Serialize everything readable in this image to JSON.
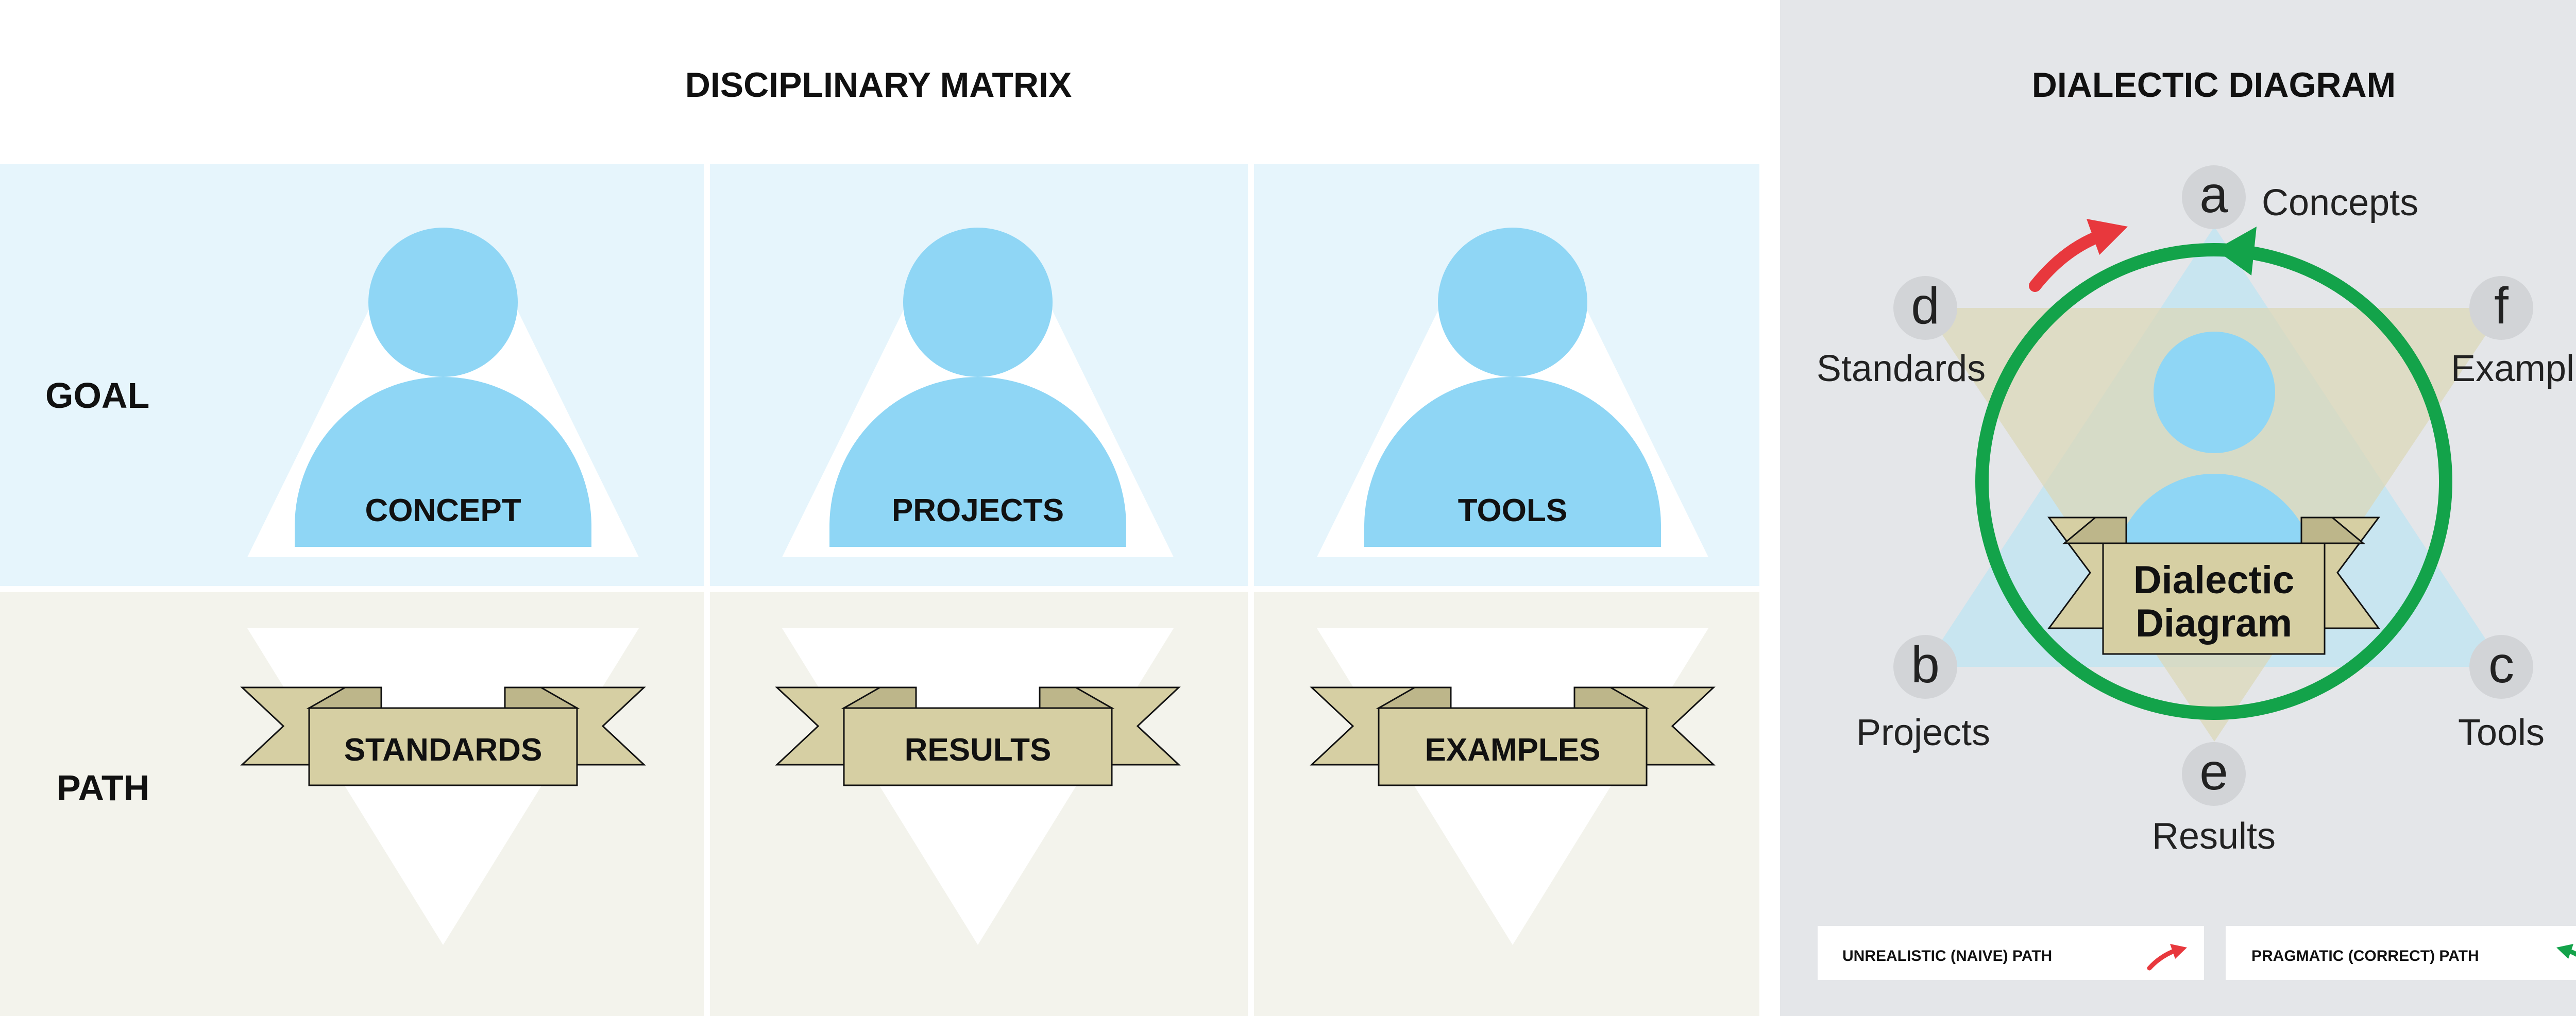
{
  "matrix": {
    "title": "DISCIPLINARY MATRIX",
    "row_labels": {
      "goal": "GOAL",
      "path": "PATH"
    },
    "goal_cells": [
      "CONCEPT",
      "PROJECTS",
      "TOOLS"
    ],
    "path_cells": [
      "STANDARDS",
      "RESULTS",
      "EXAMPLES"
    ]
  },
  "dialectic": {
    "title": "DIALECTIC DIAGRAM",
    "center_line1": "Dialectic",
    "center_line2": "Diagram",
    "nodes": {
      "a": {
        "letter": "a",
        "label": "Concepts"
      },
      "b": {
        "letter": "b",
        "label": "Projects"
      },
      "c": {
        "letter": "c",
        "label": "Tools"
      },
      "d": {
        "letter": "d",
        "label": "Standards"
      },
      "e": {
        "letter": "e",
        "label": "Results"
      },
      "f": {
        "letter": "f",
        "label": "Examples"
      }
    },
    "legend": {
      "naive": "UNREALISTIC (NAIVE) PATH",
      "pragmatic": "PRAGMATIC (CORRECT) PATH"
    }
  },
  "colors": {
    "goal_bg": "#e6f5fc",
    "path_bg": "#f3f3ec",
    "person_blue": "#8fd6f5",
    "ribbon_tan": "#d6cfa3",
    "right_panel_bg": "#e4e6e9",
    "green_arrow": "#13a34a",
    "red_arrow": "#e8383d",
    "node_circle": "#d2d4d7"
  }
}
